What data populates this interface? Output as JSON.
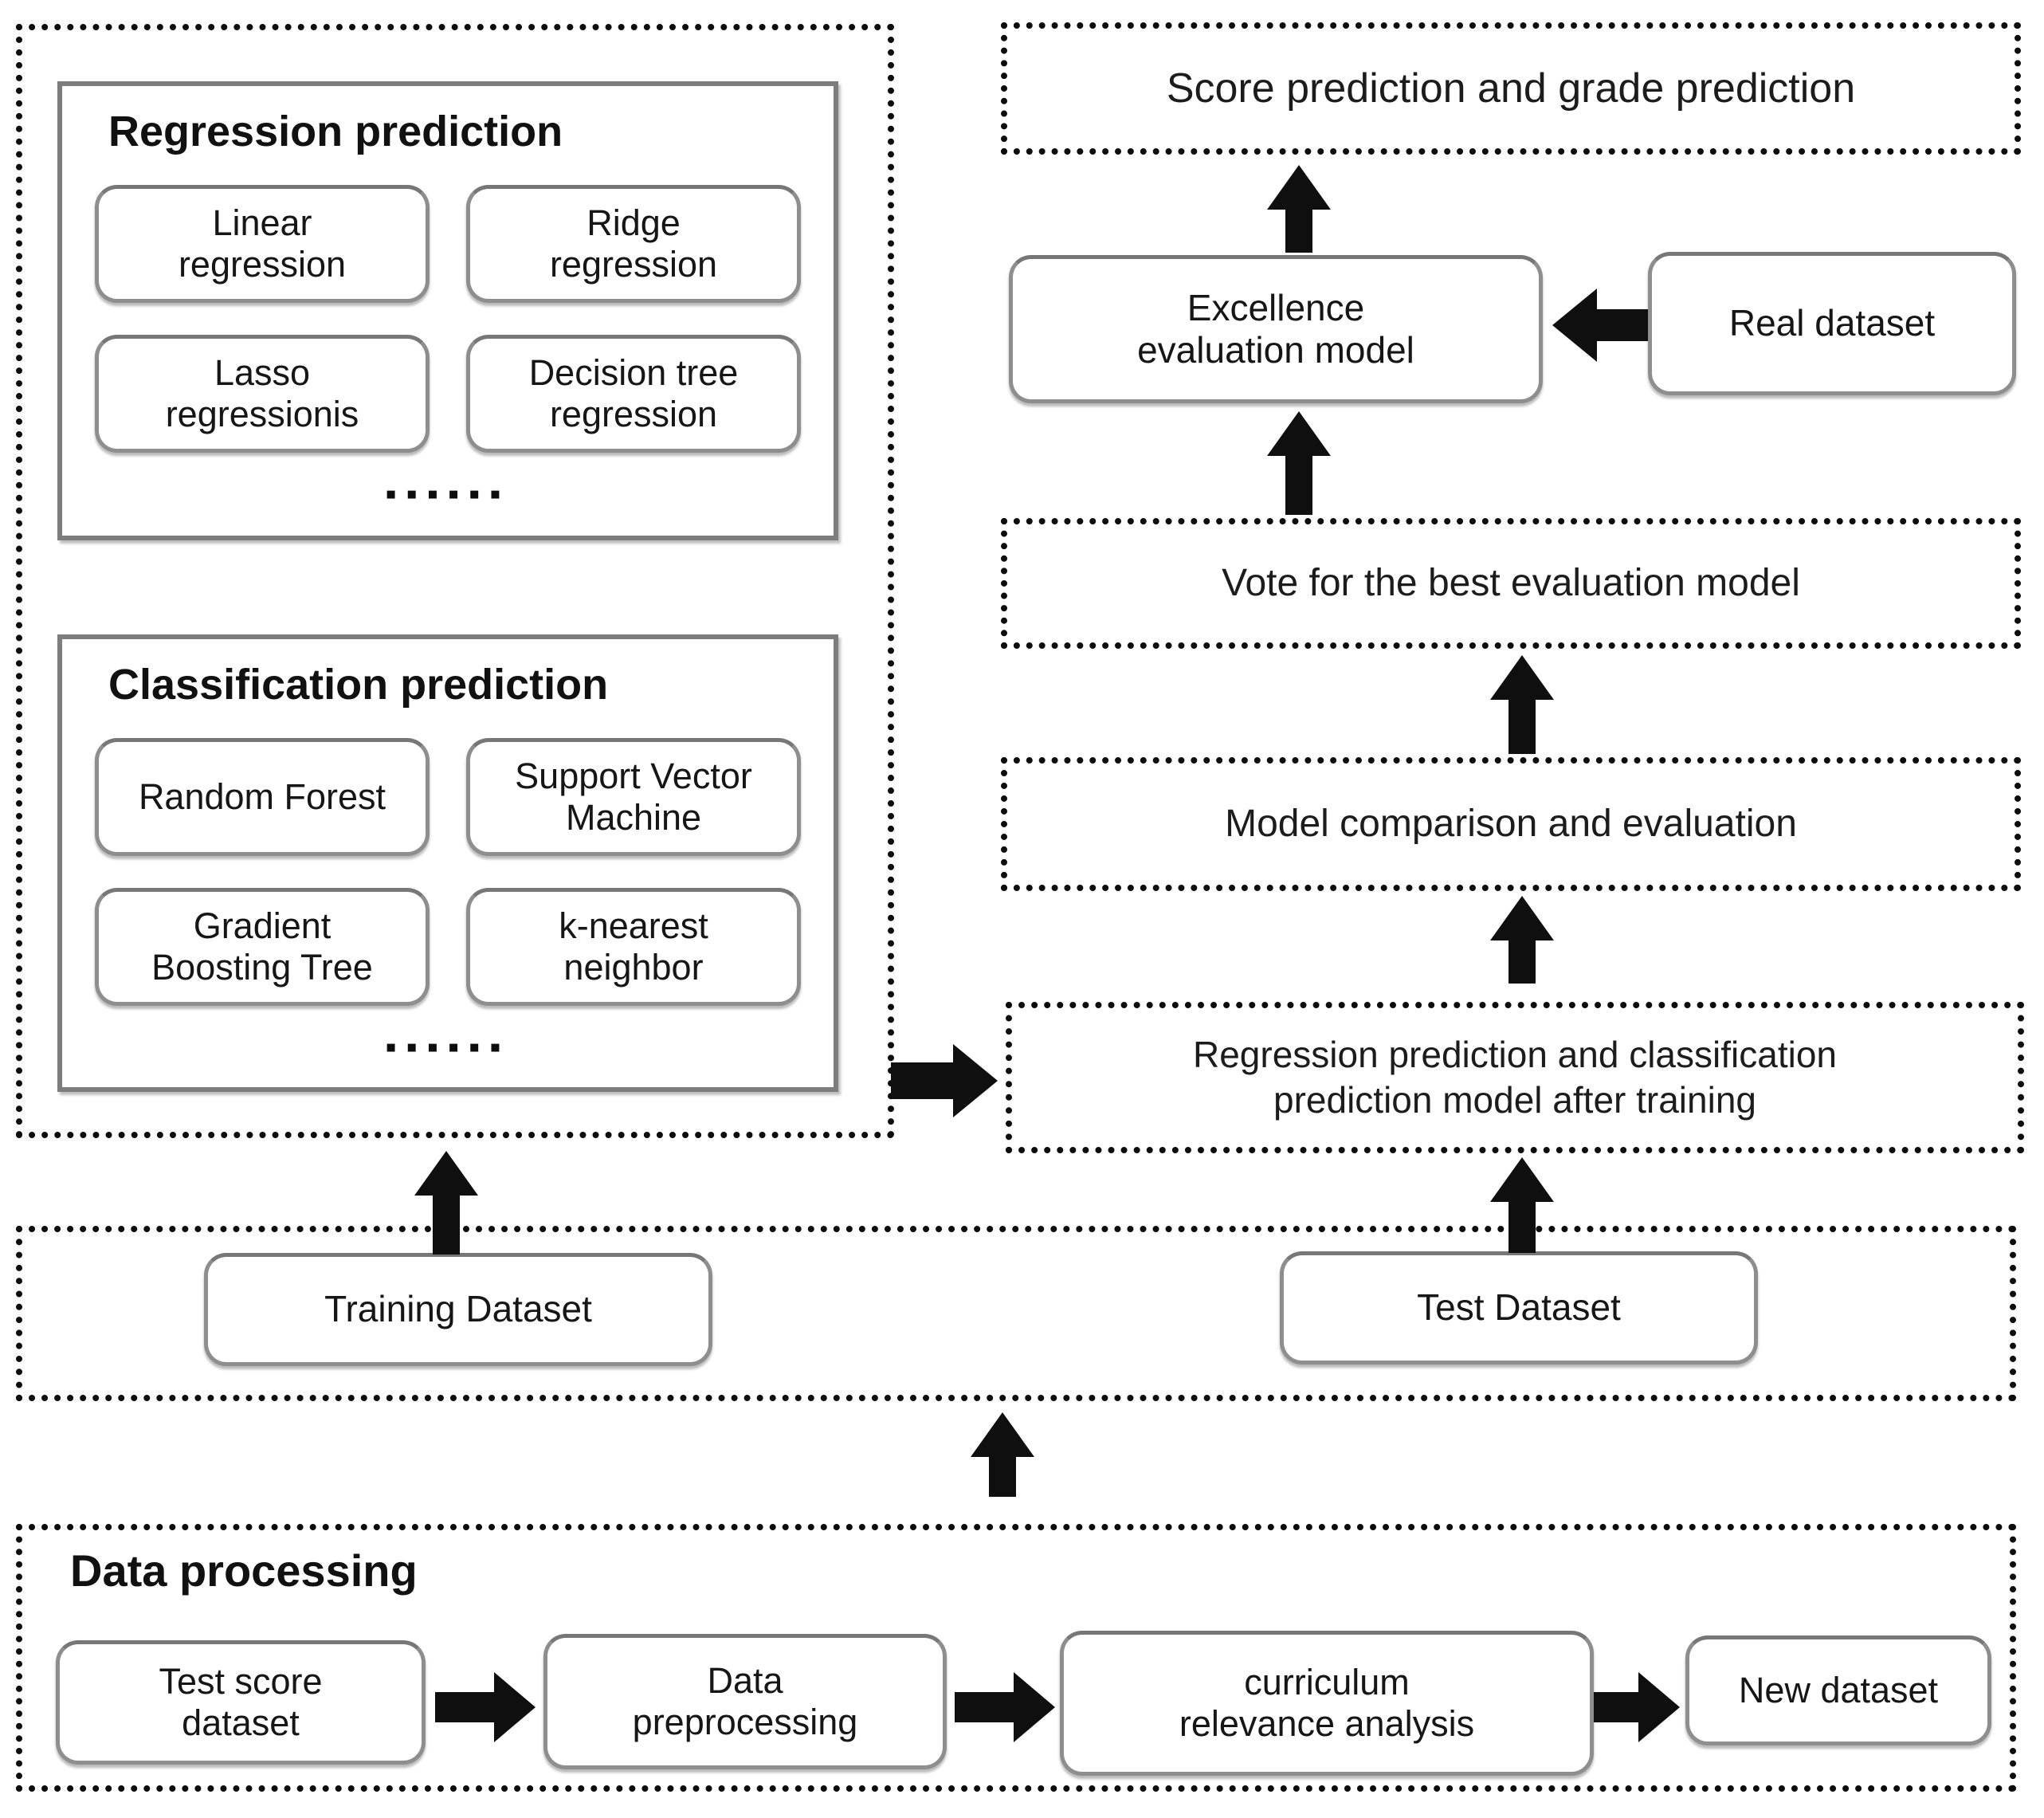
{
  "colors": {
    "arrow": "#0f0f0f",
    "node_border": "#8e8e8e",
    "group_border": "#7d7d7d",
    "dotted_border": "#0d0d0d",
    "text": "#1a1a1a",
    "background": "#ffffff"
  },
  "left_panel": {
    "regression": {
      "title": "Regression prediction",
      "items": [
        "Linear\nregression",
        "Ridge\nregression",
        "Lasso\nregressionis",
        "Decision tree\nregression"
      ],
      "ellipsis": "▪▪▪▪▪▪"
    },
    "classification": {
      "title": "Classification prediction",
      "items": [
        "Random Forest",
        "Support Vector\nMachine",
        "Gradient\nBoosting Tree",
        "k-nearest\nneighbor"
      ],
      "ellipsis": "▪▪▪▪▪▪"
    }
  },
  "pipeline": {
    "score": "Score prediction and grade prediction",
    "excellence": "Excellence\nevaluation model",
    "real_dataset": "Real dataset",
    "vote": "Vote for the best evaluation model",
    "comparison": "Model comparison and evaluation",
    "trained_model": "Regression prediction and classification\nprediction model after training"
  },
  "datasets": {
    "training": "Training Dataset",
    "test": "Test Dataset"
  },
  "data_processing": {
    "title": "Data processing",
    "steps": [
      "Test score\ndataset",
      "Data\npreprocessing",
      "curriculum\nrelevance analysis",
      "New dataset"
    ]
  }
}
